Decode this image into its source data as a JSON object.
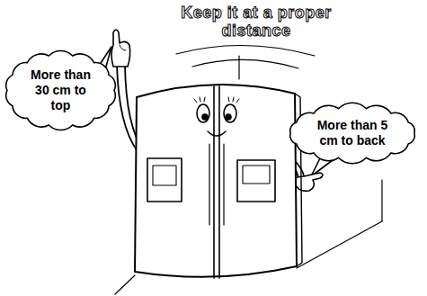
{
  "diagram": {
    "title": "Keep it at a proper distance",
    "nodes": [
      {
        "text": [
          "More than 30 cm to top"
        ]
      },
      {
        "text": [
          "More than 5 cm to back"
        ]
      }
    ]
  }
}
